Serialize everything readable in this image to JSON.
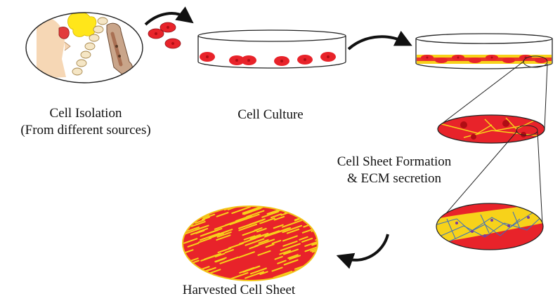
{
  "steps": {
    "isolation": {
      "line1": "Cell Isolation",
      "line2": "(From different sources)"
    },
    "culture": {
      "label": "Cell Culture"
    },
    "formation": {
      "line1": "Cell Sheet Formation",
      "line2": "& ECM secretion"
    },
    "harvest": {
      "label": "Harvested Cell Sheet"
    }
  },
  "colors": {
    "cell_red": "#e8232a",
    "nucleus": "#b00d14",
    "ecm_yellow": "#f7d21a",
    "fiber_blue": "#3a6fc0",
    "outline": "#222222"
  },
  "icons": [
    "body-tissue-sources-icon",
    "petri-dish-icon",
    "curved-arrow-icon",
    "magnifier-ellipse-icon"
  ]
}
